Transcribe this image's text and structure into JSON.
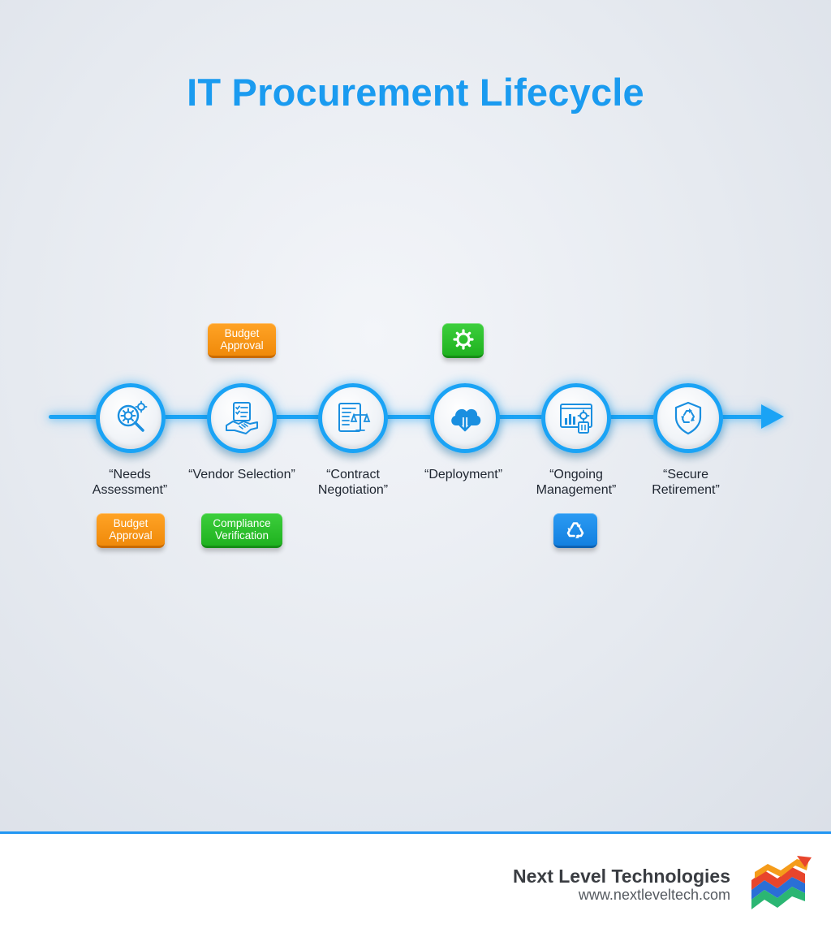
{
  "title": "IT Procurement Lifecycle",
  "colors": {
    "title": "#1a9bf0",
    "timeline": "#1aa3f5",
    "tag_orange": "#f08a0a",
    "tag_green": "#1fb21f",
    "tag_blue": "#1380e0"
  },
  "stages": [
    {
      "label": "“Needs Assessment”",
      "icon": "gear-magnifier-icon"
    },
    {
      "label": "“Vendor Selection”",
      "icon": "checklist-handshake-icon"
    },
    {
      "label": "“Contract Negotiation”",
      "icon": "document-scales-icon"
    },
    {
      "label": "“Deployment”",
      "icon": "cloud-download-icon"
    },
    {
      "label": "“Ongoing Management”",
      "icon": "dashboard-gear-icon"
    },
    {
      "label": "“Secure Retirement”",
      "icon": "shield-recycle-icon"
    }
  ],
  "tags": {
    "budget_approval_top": "Budget Approval",
    "budget_approval_bottom": "Budget Approval",
    "compliance_verification": "Compliance Verification",
    "deployment_gear_icon": "gear-icon",
    "management_recycle_icon": "recycle-icon"
  },
  "footer": {
    "company": "Next Level Technologies",
    "url": "www.nextleveltech.com"
  }
}
